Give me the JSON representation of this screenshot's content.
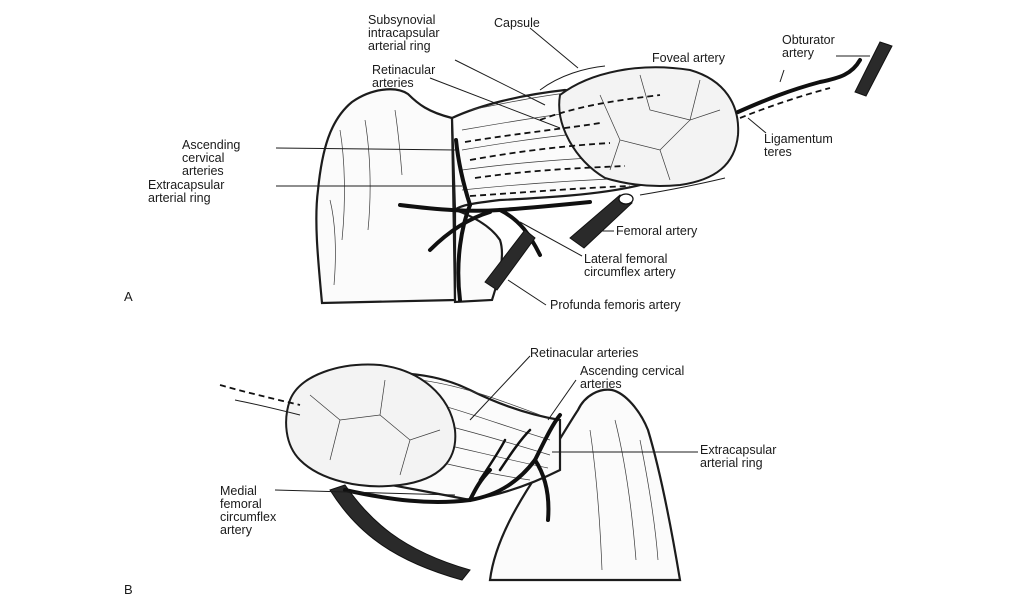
{
  "figure_a": {
    "panel_label": "A",
    "labels": {
      "subsynovial": [
        "Subsynovial",
        "intracapsular",
        "arterial ring"
      ],
      "capsule": "Capsule",
      "obturator": [
        "Obturator",
        "artery"
      ],
      "foveal": "Foveal artery",
      "retinacular": [
        "Retinacular",
        "arteries"
      ],
      "ligamentum": [
        "Ligamentum",
        "teres"
      ],
      "ascending": [
        "Ascending",
        "cervical",
        "arteries"
      ],
      "extracapsular": [
        "Extracapsular",
        "arterial ring"
      ],
      "femoral": "Femoral artery",
      "lateral_femoral": [
        "Lateral femoral",
        "circumflex artery"
      ],
      "profunda": "Profunda femoris artery"
    }
  },
  "figure_b": {
    "panel_label": "B",
    "labels": {
      "retinacular": "Retinacular arteries",
      "ascending": [
        "Ascending cervical",
        "arteries"
      ],
      "extracapsular": [
        "Extracapsular",
        "arterial ring"
      ],
      "medial_femoral": [
        "Medial",
        "femoral",
        "circumflex",
        "artery"
      ]
    }
  }
}
